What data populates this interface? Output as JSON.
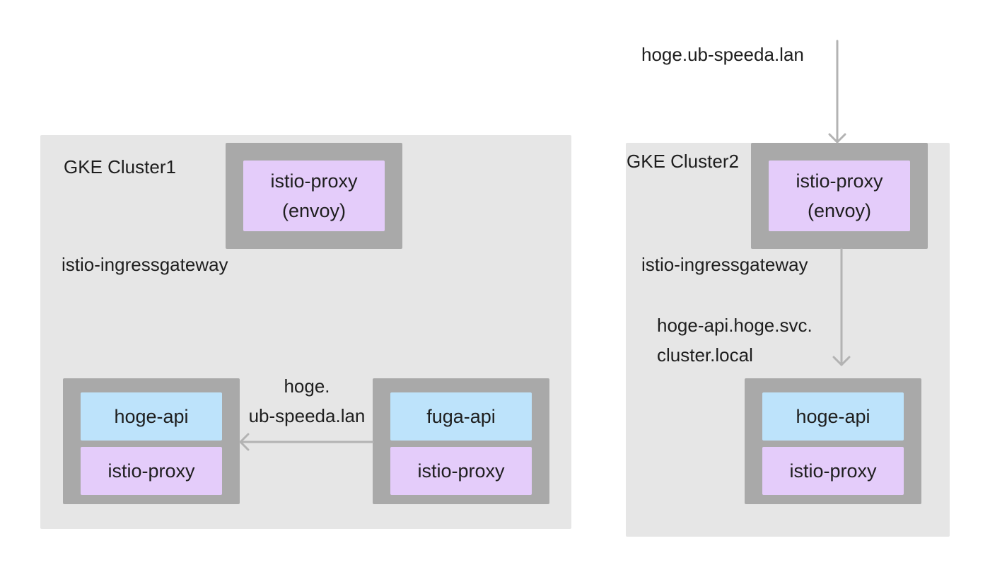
{
  "cluster1": {
    "label": "GKE Cluster1",
    "gateway": {
      "proxy_line1": "istio-proxy",
      "proxy_line2": "(envoy)",
      "label": "istio-ingressgateway"
    },
    "hoge_pod": {
      "app": "hoge-api",
      "proxy": "istio-proxy"
    },
    "fuga_pod": {
      "app": "fuga-api",
      "proxy": "istio-proxy"
    },
    "edge_label_line1": "hoge.",
    "edge_label_line2": "ub-speeda.lan"
  },
  "cluster2": {
    "label": "GKE Cluster2",
    "external_host": "hoge.ub-speeda.lan",
    "gateway": {
      "proxy_line1": "istio-proxy",
      "proxy_line2": "(envoy)",
      "label": "istio-ingressgateway"
    },
    "edge_label_line1": "hoge-api.hoge.svc.",
    "edge_label_line2": "cluster.local",
    "hoge_pod": {
      "app": "hoge-api",
      "proxy": "istio-proxy"
    }
  },
  "colors": {
    "cluster_bg": "#e6e6e6",
    "pod_border": "#a9a9a9",
    "proxy_fill": "#e4ccfa",
    "app_fill": "#bde3fb",
    "arrow": "#b3b3b3"
  }
}
